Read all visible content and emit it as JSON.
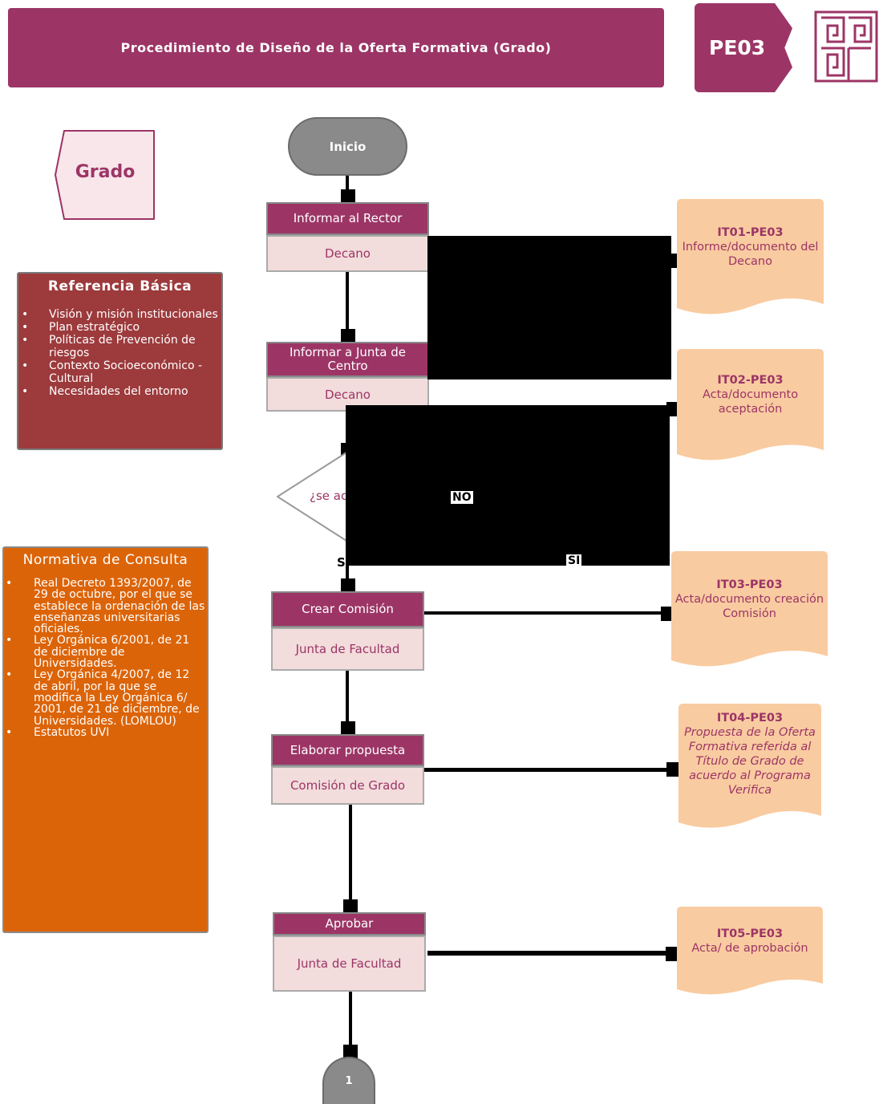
{
  "header": {
    "title": "Procedimiento de Diseño de la Oferta Formativa (Grado)",
    "code": "PE03"
  },
  "scope_tag": "Grado",
  "reference_box": {
    "title": "Referencia Básica",
    "items": [
      "Visión y misión institucionales",
      "Plan estratégico",
      "Políticas de Prevención de riesgos",
      "Contexto Socioeconómico - Cultural",
      "Necesidades del entorno"
    ]
  },
  "consult_box": {
    "title": "Normativa de Consulta",
    "items": [
      "Real Decreto 1393/2007, de 29 de octubre, por el que se establece la ordenación de las enseñanzas universitarias oficiales.",
      "Ley Orgánica 6/2001, de 21 de diciembre de Universidades.",
      "Ley Orgánica 4/2007, de 12 de abril, por la que se modifica la Ley Orgánica 6/ 2001, de 21 de diciembre, de Universidades. (LOMLOU)",
      "Estatutos UVI"
    ]
  },
  "flow": {
    "start": "Inicio",
    "steps": [
      {
        "action": "Informar al Rector",
        "actor": "Decano"
      },
      {
        "action": "Informar a Junta de Centro",
        "actor": "Decano"
      },
      {
        "action": "Crear Comisión",
        "actor": "Junta de Facultad"
      },
      {
        "action": "Elaborar propuesta",
        "actor": "Comisión de Grado"
      },
      {
        "action": "Aprobar",
        "actor": "Junta de Facultad"
      }
    ],
    "decision": {
      "question_visible": "¿se ac",
      "no_label": "NO",
      "yes_label": "SI",
      "yes_label_2": "SI"
    },
    "end_connector": "1"
  },
  "documents": [
    {
      "code": "IT01-PE03",
      "text": "Informe/documento del Decano"
    },
    {
      "code": "IT02-PE03",
      "text": "Acta/documento aceptación"
    },
    {
      "code": "IT03-PE03",
      "text": "Acta/documento creación Comisión"
    },
    {
      "code": "IT04-PE03",
      "text": "Propuesta de la Oferta Formativa referida al Título de Grado de acuerdo al Programa Verifica"
    },
    {
      "code": "IT05-PE03",
      "text": "Acta/ de aprobación"
    }
  ],
  "colors": {
    "primary": "#9c3566",
    "reference_bg": "#9d3a3c",
    "consult_bg": "#dc6408",
    "document_bg": "#f9cba0",
    "actor_bg": "#f2dcdc",
    "terminal_bg": "#8a8a8a"
  }
}
